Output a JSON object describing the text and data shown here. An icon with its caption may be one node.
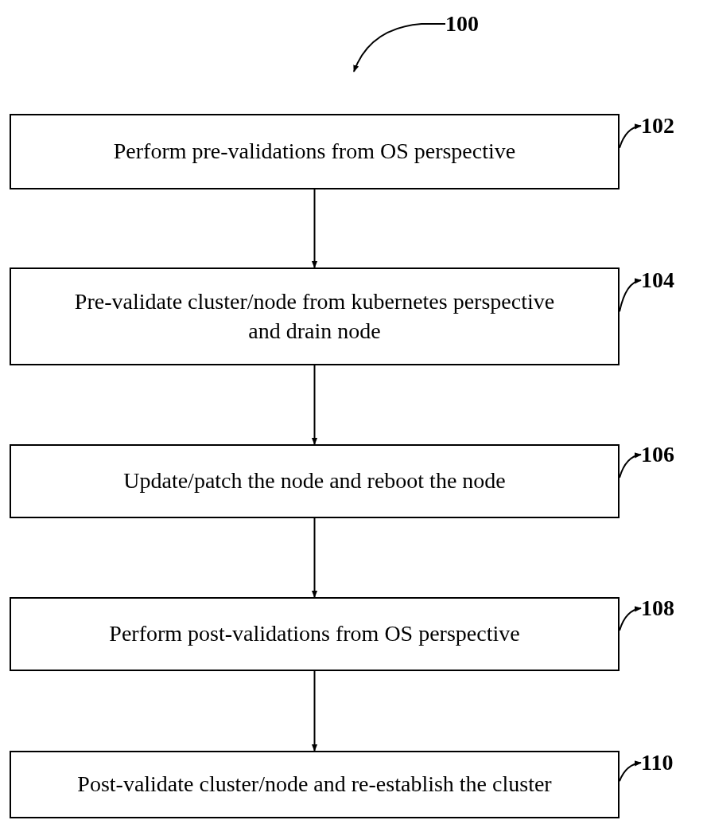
{
  "diagram": {
    "nodes": [
      {
        "text": [
          "100"
        ]
      },
      {
        "text": [
          "Perform pre-validations from OS perspective"
        ]
      },
      {
        "text": [
          "102"
        ]
      },
      {
        "text": [
          "Pre-validate cluster/node from kubernetes perspective and drain node"
        ]
      },
      {
        "text": [
          "104"
        ]
      },
      {
        "text": [
          "Update/patch the node and reboot the node"
        ]
      },
      {
        "text": [
          "106"
        ]
      },
      {
        "text": [
          "Perform post-validations from OS perspective"
        ]
      },
      {
        "text": [
          "108"
        ]
      },
      {
        "text": [
          "Post-validate cluster/node and re-establish the cluster"
        ]
      },
      {
        "text": [
          "110"
        ]
      }
    ],
    "edges": [
      {
        "from": 0,
        "to": null,
        "arrow": "to"
      },
      {
        "from": 1,
        "to": 2,
        "arrow": "to"
      },
      {
        "from": 1,
        "to": 3,
        "arrow": "to"
      },
      {
        "from": 3,
        "to": 4,
        "arrow": "to"
      },
      {
        "from": 3,
        "to": 5,
        "arrow": "to"
      },
      {
        "from": 5,
        "to": 6,
        "arrow": "to"
      },
      {
        "from": 5,
        "to": 7,
        "arrow": "to"
      },
      {
        "from": 7,
        "to": 8,
        "arrow": "to"
      },
      {
        "from": 7,
        "to": 9,
        "arrow": "to"
      },
      {
        "from": 9,
        "to": 10,
        "arrow": "to"
      }
    ]
  }
}
